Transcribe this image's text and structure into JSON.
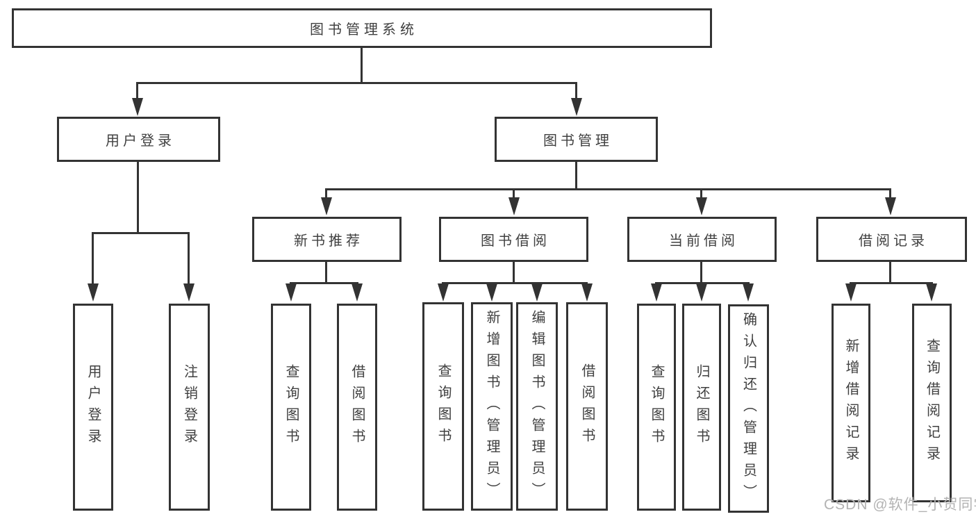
{
  "title": "图书管理系统",
  "watermark": "CSDN @软件_小贺同学",
  "colors": {
    "line": "#333333",
    "text": "#404040",
    "background": "#ffffff",
    "watermark": "#b3b3b3"
  },
  "nodes": {
    "root": "图书管理系统",
    "level2": {
      "user_login": "用户登录",
      "book_management": "图书管理"
    },
    "level3": {
      "new_books": "新书推荐",
      "book_borrowing": "图书借阅",
      "current_borrowing": "当前借阅",
      "borrowing_records": "借阅记录"
    },
    "leaves": {
      "user_login": [
        "用户登录",
        "注销登录"
      ],
      "new_books": [
        "查询图书",
        "借阅图书"
      ],
      "book_borrowing": [
        "查询图书",
        "新增图书（管理员）",
        "编辑图书（管理员）",
        "借阅图书"
      ],
      "current_borrowing": [
        "查询图书",
        "归还图书",
        "确认归还（管理员）"
      ],
      "borrowing_records": [
        "新增借阅记录",
        "查询借阅记录"
      ]
    }
  }
}
